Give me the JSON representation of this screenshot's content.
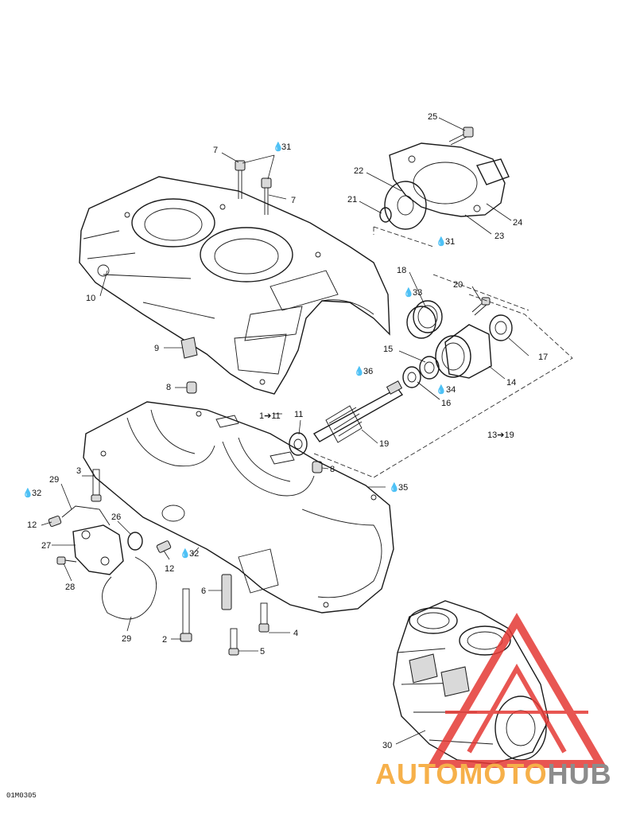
{
  "diagram": {
    "code": "01M0305",
    "labels": [
      {
        "id": "7a",
        "text": "7"
      },
      {
        "id": "31a",
        "text": "31"
      },
      {
        "id": "7b",
        "text": "7"
      },
      {
        "id": "10",
        "text": "10"
      },
      {
        "id": "9",
        "text": "9"
      },
      {
        "id": "8a",
        "text": "8"
      },
      {
        "id": "25",
        "text": "25"
      },
      {
        "id": "22",
        "text": "22"
      },
      {
        "id": "21",
        "text": "21"
      },
      {
        "id": "24",
        "text": "24"
      },
      {
        "id": "23",
        "text": "23"
      },
      {
        "id": "31b",
        "text": "31"
      },
      {
        "id": "18",
        "text": "18"
      },
      {
        "id": "33",
        "text": "33"
      },
      {
        "id": "20",
        "text": "20"
      },
      {
        "id": "17",
        "text": "17"
      },
      {
        "id": "15",
        "text": "15"
      },
      {
        "id": "14",
        "text": "14"
      },
      {
        "id": "36",
        "text": "36"
      },
      {
        "id": "34",
        "text": "34"
      },
      {
        "id": "16",
        "text": "16"
      },
      {
        "id": "1to11",
        "text": "1➔11"
      },
      {
        "id": "11",
        "text": "11"
      },
      {
        "id": "19",
        "text": "19"
      },
      {
        "id": "13to19",
        "text": "13➔19"
      },
      {
        "id": "8b",
        "text": "8"
      },
      {
        "id": "35",
        "text": "35"
      },
      {
        "id": "29a",
        "text": "29"
      },
      {
        "id": "3",
        "text": "3"
      },
      {
        "id": "32a",
        "text": "32"
      },
      {
        "id": "12a",
        "text": "12"
      },
      {
        "id": "26",
        "text": "26"
      },
      {
        "id": "27",
        "text": "27"
      },
      {
        "id": "32b",
        "text": "32"
      },
      {
        "id": "12b",
        "text": "12"
      },
      {
        "id": "28",
        "text": "28"
      },
      {
        "id": "6",
        "text": "6"
      },
      {
        "id": "29b",
        "text": "29"
      },
      {
        "id": "2",
        "text": "2"
      },
      {
        "id": "4",
        "text": "4"
      },
      {
        "id": "5",
        "text": "5"
      },
      {
        "id": "30",
        "text": "30"
      }
    ]
  },
  "watermark": {
    "part1": "AUTOMOTO",
    "part2": "HUB",
    "color1": "#f6b04a",
    "color2": "#8c8c8c",
    "logo_color": "#e53935"
  }
}
